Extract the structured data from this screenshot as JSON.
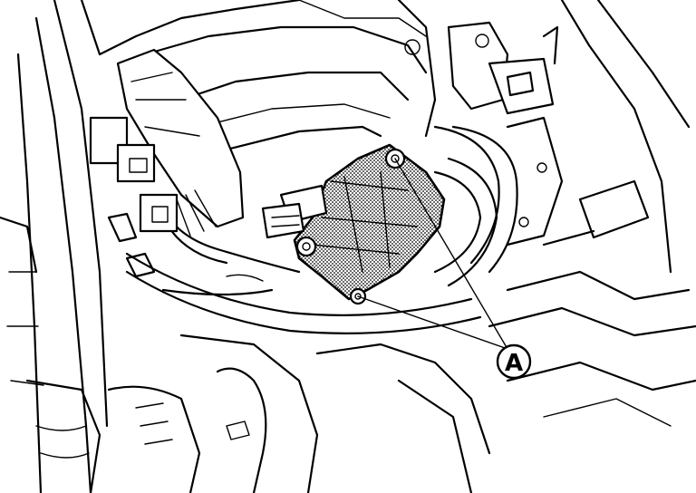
{
  "callout": {
    "label": "A"
  },
  "colors": {
    "stroke": "#000000",
    "background": "#ffffff",
    "shading": "#9a9a9a"
  },
  "components": [
    "bolt",
    "bolt",
    "bolt",
    "actuator",
    "hose",
    "connector",
    "harness",
    "bracket"
  ]
}
